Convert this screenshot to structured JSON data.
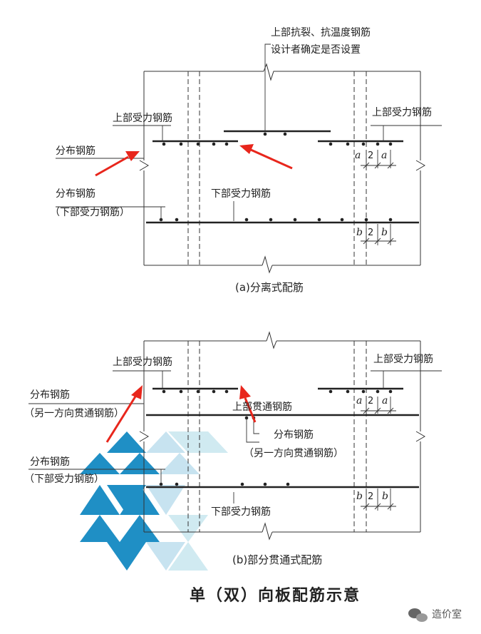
{
  "diagram": {
    "a": {
      "top_note_line1": "上部抗裂、抗温度钢筋",
      "top_note_line2": "设计者确定是否设置",
      "upper_left": "上部受力钢筋",
      "upper_right": "上部受力钢筋",
      "dist_top": "分布钢筋",
      "dist_bottom_line1": "分布钢筋",
      "dist_bottom_line2": "（下部受力钢筋）",
      "lower_main": "下部受力钢筋",
      "dim_a1": "a",
      "dim_a2": "2",
      "dim_a3": "a",
      "dim_b1": "b",
      "dim_b2": "2",
      "dim_b3": "b",
      "caption": "(a)分离式配筋"
    },
    "b": {
      "upper_left": "上部受力钢筋",
      "upper_right": "上部受力钢筋",
      "dist_top_line1": "分布钢筋",
      "dist_top_line2": "（另一方向贯通钢筋）",
      "upper_through": "上部贯通钢筋",
      "dist_mid_line1": "分布钢筋",
      "dist_mid_line2": "（另一方向贯通钢筋）",
      "dist_bottom_line1": "分布钢筋",
      "dist_bottom_line2": "（下部受力钢筋）",
      "lower_main": "下部受力钢筋",
      "dim_a1": "a",
      "dim_a2": "2",
      "dim_a3": "a",
      "dim_b1": "b",
      "dim_b2": "2",
      "dim_b3": "b",
      "caption": "(b)部分贯通式配筋"
    },
    "title": "单（双）向板配筋示意",
    "brand": "造价室"
  }
}
